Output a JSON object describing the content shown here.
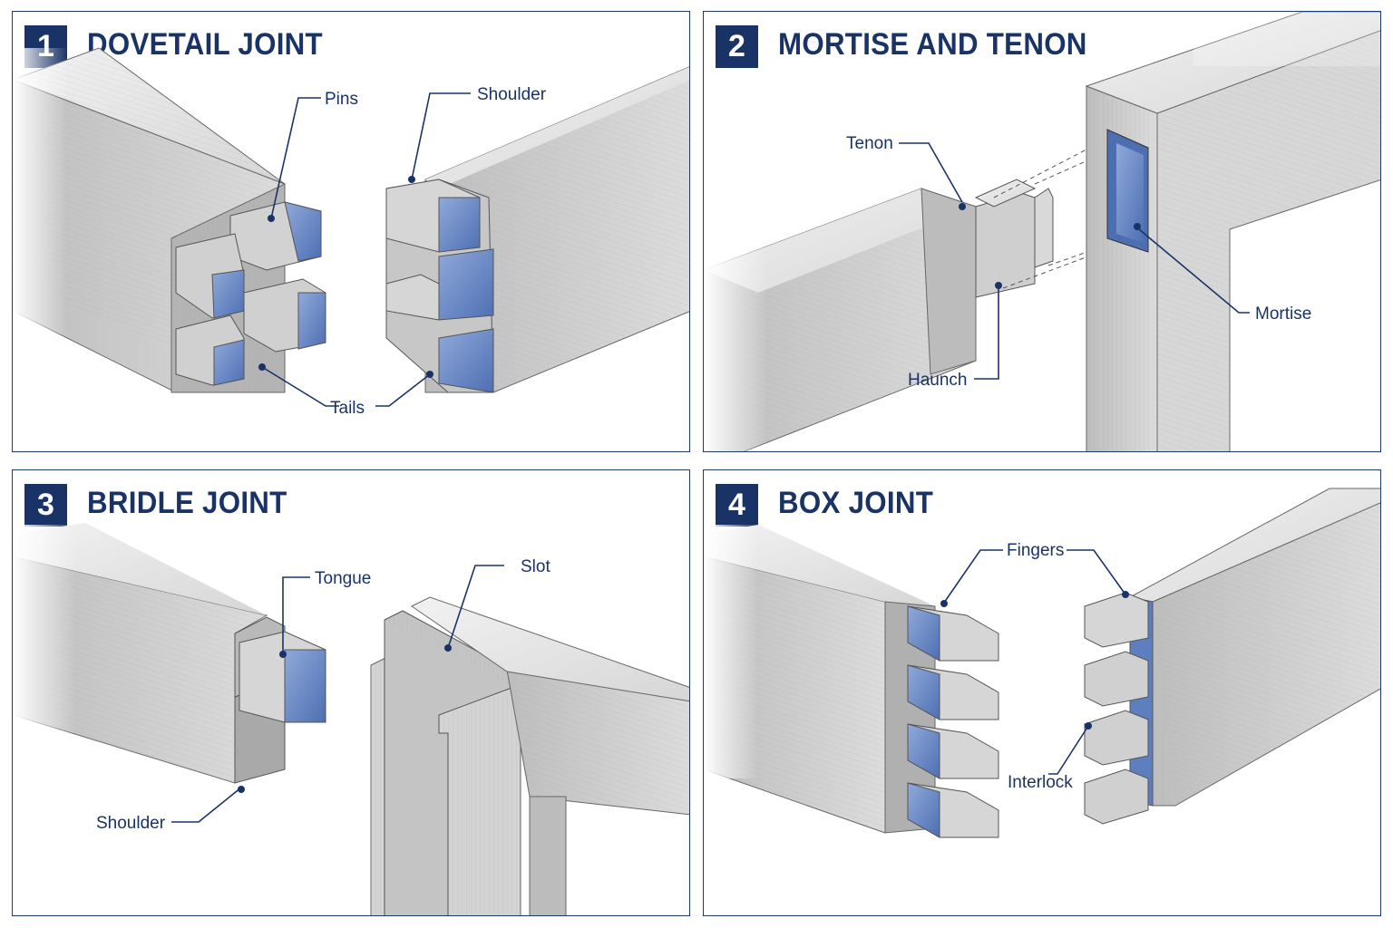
{
  "panels": [
    {
      "number": "1",
      "title": "DOVETAIL JOINT",
      "labels": {
        "pins": "Pins",
        "shoulder": "Shoulder",
        "tails": "Tails"
      }
    },
    {
      "number": "2",
      "title": "MORTISE AND TENON",
      "labels": {
        "tenon": "Tenon",
        "mortise": "Mortise",
        "haunch": "Haunch"
      }
    },
    {
      "number": "3",
      "title": "BRIDLE JOINT",
      "labels": {
        "tongue": "Tongue",
        "slot": "Slot",
        "shoulder": "Shoulder"
      }
    },
    {
      "number": "4",
      "title": "BOX JOINT",
      "labels": {
        "fingers": "Fingers",
        "interlock": "Interlock"
      }
    }
  ],
  "colors": {
    "accent": "#1a3366",
    "wood_light": "#e6e6e6",
    "wood_mid": "#c9c9c9",
    "wood_dark": "#a9a9a9",
    "end_grain": "#5d7fbf"
  }
}
